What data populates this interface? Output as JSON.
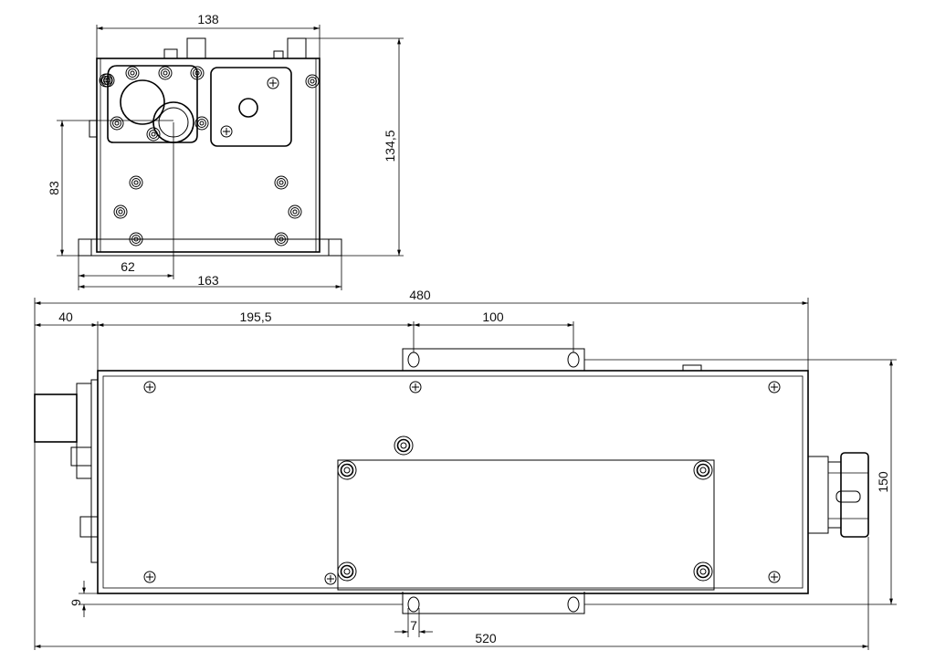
{
  "drawing": {
    "top_view_dimensions": {
      "width_138": "138",
      "height_134_5": "134,5",
      "offset_83": "83",
      "offset_62": "62",
      "width_163": "163"
    },
    "front_view_dimensions": {
      "overall_480": "480",
      "offset_40": "40",
      "offset_195_5": "195,5",
      "spacing_100": "100",
      "height_150": "150",
      "gap_9": "9",
      "slot_7": "7",
      "overall_520": "520"
    },
    "line_color": "#000000",
    "background_color": "#ffffff"
  }
}
